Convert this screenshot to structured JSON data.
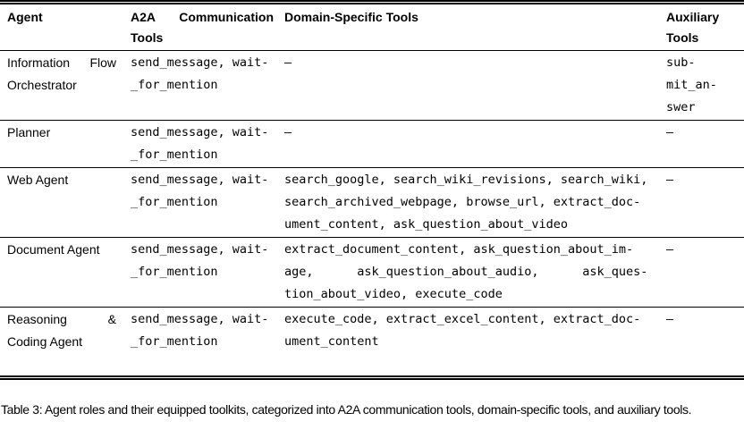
{
  "table": {
    "columns": [
      "Agent",
      "A2A Communication Tools",
      "Domain-Specific Tools",
      "Auxiliary Tools"
    ],
    "rows": [
      {
        "agent": "Information Flow Orchestrator",
        "a2a": "send_message, wait-\n_for_mention",
        "domain": "–",
        "aux": "sub-\nmit_an-\nswer"
      },
      {
        "agent": "Planner",
        "a2a": "send_message, wait-\n_for_mention",
        "domain": "–",
        "aux": "–"
      },
      {
        "agent": "Web Agent",
        "a2a": "send_message, wait-\n_for_mention",
        "domain": "search_google, search_wiki_revisions, search_wiki,\nsearch_archived_webpage, browse_url, extract_doc-\nument_content, ask_question_about_video",
        "aux": "–"
      },
      {
        "agent": "Document Agent",
        "a2a": "send_message, wait-\n_for_mention",
        "domain": "extract_document_content, ask_question_about_im-\nage,      ask_question_about_audio,      ask_ques-\ntion_about_video, execute_code",
        "aux": "–"
      },
      {
        "agent": "Reasoning & Coding Agent",
        "a2a": "send_message, wait-\n_for_mention",
        "domain": "execute_code, extract_excel_content, extract_doc-\nument_content",
        "aux": "–"
      }
    ]
  },
  "caption": "Table 3: Agent roles and their equipped toolkits, categorized into A2A communication tools, domain-specific tools, and auxiliary tools."
}
